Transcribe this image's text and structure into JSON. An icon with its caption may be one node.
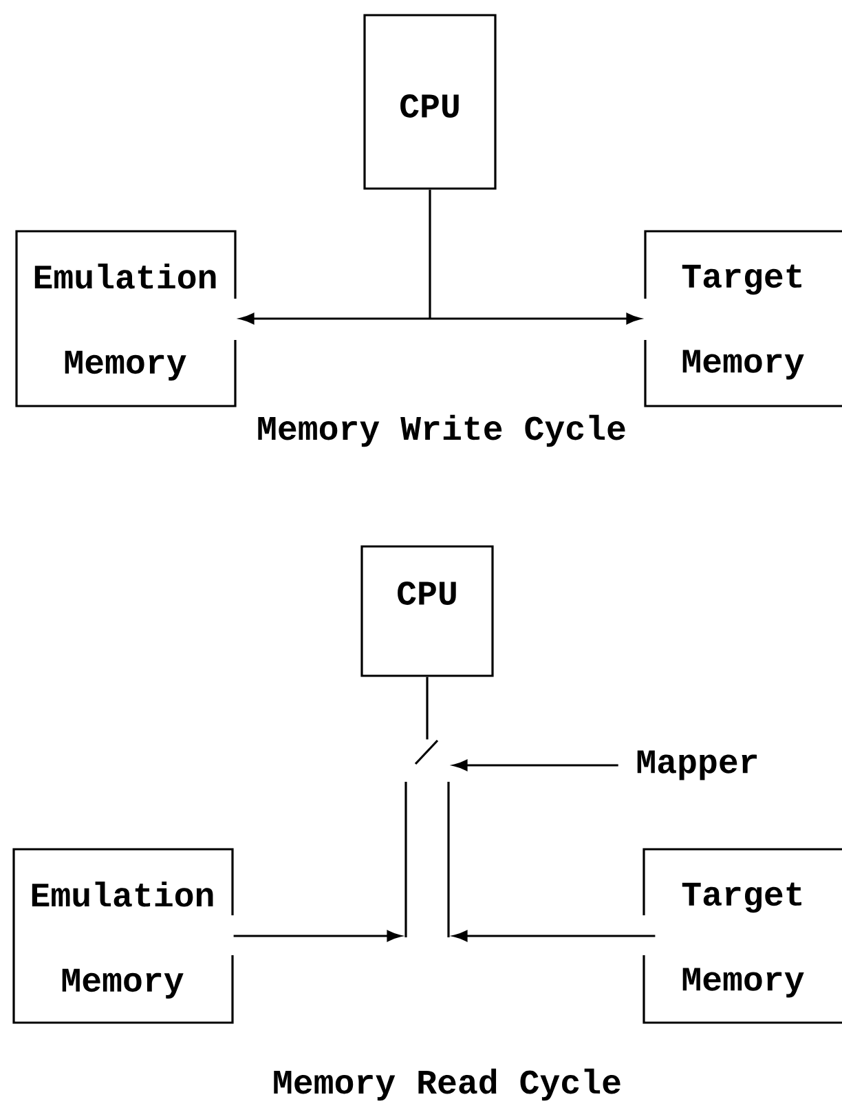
{
  "diagram": {
    "nodes": [
      {
        "text": [
          "CPU"
        ]
      },
      {
        "text": [
          "Emulation Memory"
        ]
      },
      {
        "text": [
          "Target Memory"
        ]
      },
      {
        "text": [
          "CPU"
        ]
      },
      {
        "text": [],
        "shape": "switch"
      },
      {
        "text": [
          "Mapper"
        ]
      },
      {
        "text": [
          "Emulation Memory"
        ]
      },
      {
        "text": [
          "Target Memory"
        ]
      }
    ],
    "edges": [
      {
        "from": 0,
        "to": 1,
        "arrow": "to"
      },
      {
        "from": 0,
        "to": 2,
        "arrow": "to"
      },
      {
        "from": 3,
        "to": 4,
        "arrow": "none"
      },
      {
        "from": 5,
        "to": 4,
        "arrow": "to"
      },
      {
        "from": 6,
        "to": 4,
        "arrow": "to"
      },
      {
        "from": 7,
        "to": 4,
        "arrow": "to"
      }
    ],
    "labels": [
      "Memory Write Cycle",
      "Memory Read Cycle"
    ]
  }
}
